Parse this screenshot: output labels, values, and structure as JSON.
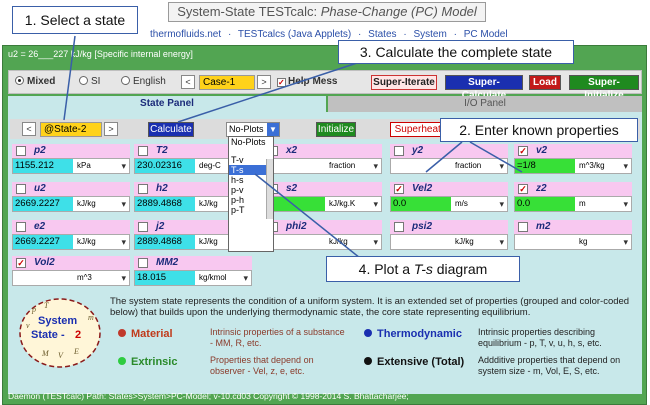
{
  "title": {
    "prefix": "System-State TESTcalc: ",
    "italic": "Phase-Change (PC) Model"
  },
  "nav": [
    "thermofluids.net",
    "·",
    "TESTcalcs (Java Applets)",
    "·",
    "States",
    "·",
    "System",
    "·",
    "PC Model"
  ],
  "status": "u2 = 26___227 kJ/kg [Specific internal energy]",
  "units": {
    "options": [
      "Mixed",
      "SI",
      "English"
    ],
    "selected": "Mixed"
  },
  "case": "Case-1",
  "help_label": "Help Mess",
  "buttons": {
    "super_iterate": "Super-Iterate",
    "super_calculate": "Super-Calculate",
    "load": "Load",
    "super_initialize": "Super-Initialize",
    "calculate": "Calculate",
    "initialize": "Initialize",
    "superheated": "Superheatec"
  },
  "tabs": {
    "state_panel": "State Panel",
    "io_panel": "I/O Panel"
  },
  "state": "@State-2",
  "plot_select": "No-Plots",
  "plot_options": [
    "No-Plots",
    "T-v",
    "T-s",
    "h-s",
    "p-v",
    "p-h",
    "p-T"
  ],
  "plot_selected": "T-s",
  "cells": {
    "p2": {
      "label": "p2",
      "value": "1155.212",
      "unit": "kPa"
    },
    "T2": {
      "label": "T2",
      "value": "230.02316",
      "unit": "deg-C"
    },
    "x2": {
      "label": "x2",
      "value": "",
      "unit": "fraction"
    },
    "y2": {
      "label": "y2",
      "value": "",
      "unit": "fraction"
    },
    "v2": {
      "label": "v2",
      "value": "=1/8",
      "unit": "m^3/kg"
    },
    "u2": {
      "label": "u2",
      "value": "2669.2227",
      "unit": "kJ/kg"
    },
    "h2": {
      "label": "h2",
      "value": "2889.4868",
      "unit": "kJ/kg"
    },
    "s2": {
      "label": "s2",
      "value": "",
      "unit": "kJ/kg.K"
    },
    "Vel2": {
      "label": "Vel2",
      "value": "0.0",
      "unit": "m/s"
    },
    "z2": {
      "label": "z2",
      "value": "0.0",
      "unit": "m"
    },
    "e2": {
      "label": "e2",
      "value": "2669.2227",
      "unit": "kJ/kg"
    },
    "j2": {
      "label": "j2",
      "value": "2889.4868",
      "unit": "kJ/kg"
    },
    "phi2": {
      "label": "phi2",
      "value": "",
      "unit": "kJ/kg"
    },
    "psi2": {
      "label": "psi2",
      "value": "",
      "unit": "kJ/kg"
    },
    "m2": {
      "label": "m2",
      "value": "",
      "unit": "kg"
    },
    "Vol2": {
      "label": "Vol2",
      "value": "",
      "unit": "m^3"
    },
    "MM2": {
      "label": "MM2",
      "value": "18.015",
      "unit": "kg/kmol"
    }
  },
  "callouts": {
    "c1": "1. Select a state",
    "c2": "2. Enter known properties",
    "c3": "3. Calculate the complete state",
    "c4_prefix": "4. Plot a ",
    "c4_italic": "T-s",
    "c4_suffix": " diagram"
  },
  "description": "The system state represents the condition of a uniform system. It is an extended set of properties (grouped and color-coded below) that builds upon the underlying thermodynamic state, the core state representing equilibrium.",
  "logo": {
    "line1": "System",
    "line2": "State -",
    "num": "2",
    "letters": [
      "p",
      "T",
      "v",
      "u",
      "h",
      "s",
      "m",
      "M",
      "V",
      "E"
    ]
  },
  "legend": {
    "material": {
      "label": "Material",
      "desc": "Intrinsic properties of a substance - MM, R, etc."
    },
    "extrinsic": {
      "label": "Extrinsic",
      "desc": "Properties that depend on observer - Vel, z, e, etc."
    },
    "thermodynamic": {
      "label": "Thermodynamic",
      "desc": "Intrinsic properties describing equilibrium - p, T, v, u, h, s, etc."
    },
    "extensive": {
      "label": "Extensive (Total)",
      "desc": "Addditive properties that depend on system size - m, Vol, E, S, etc."
    }
  },
  "footer": "Daemon (TESTcalc) Path: States>System>PC-Model; v-10.cd03 Copyright © 1998-2014 S. Bhattacharjee;",
  "colors": {
    "app_green": "#52a552",
    "panel": "#c8e8ea",
    "label_pink": "#f8c8f0",
    "cyan": "#3ee0e8",
    "green": "#37e037",
    "callout_border": "#3a5fa8"
  }
}
